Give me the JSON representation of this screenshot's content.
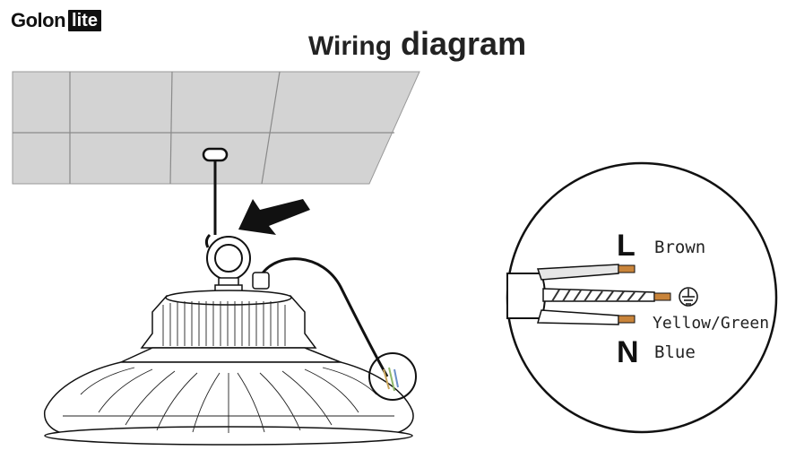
{
  "logo": {
    "text_dark": "Golon",
    "text_box": "lite"
  },
  "title": {
    "word1": "Wiring",
    "word2": "diagram"
  },
  "wires": [
    {
      "letter": "L",
      "label": "Brown",
      "color": "#c9843a"
    },
    {
      "letter": "",
      "label": "Yellow/Green",
      "color": "#c9843a"
    },
    {
      "letter": "N",
      "label": "Blue",
      "color": "#c9843a"
    }
  ],
  "icons": {
    "ground": "ground-icon",
    "arrow": "pointer-arrow-icon"
  },
  "colors": {
    "ceiling": "#d3d3d3",
    "copper": "#c9843a",
    "line": "#111111"
  }
}
